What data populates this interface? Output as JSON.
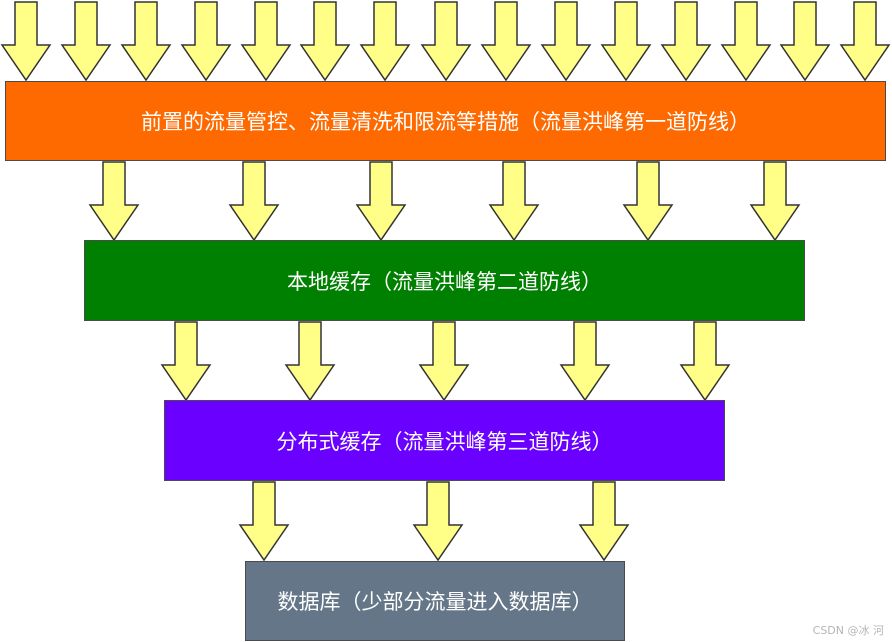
{
  "diagram": {
    "layers": [
      {
        "label": "前置的流量管控、流量清洗和限流等措施（流量洪峰第一道防线）",
        "color": "#FF6A00"
      },
      {
        "label": "本地缓存（流量洪峰第二道防线）",
        "color": "#008000"
      },
      {
        "label": "分布式缓存（流量洪峰第三道防线）",
        "color": "#6A00FF"
      },
      {
        "label": "数据库（少部分流量进入数据库）",
        "color": "#647687"
      }
    ],
    "arrow_style": {
      "fill": "#FFFF88",
      "stroke": "#333333"
    },
    "arrow_counts": [
      15,
      6,
      5,
      3
    ]
  },
  "watermark": "CSDN @冰 河"
}
